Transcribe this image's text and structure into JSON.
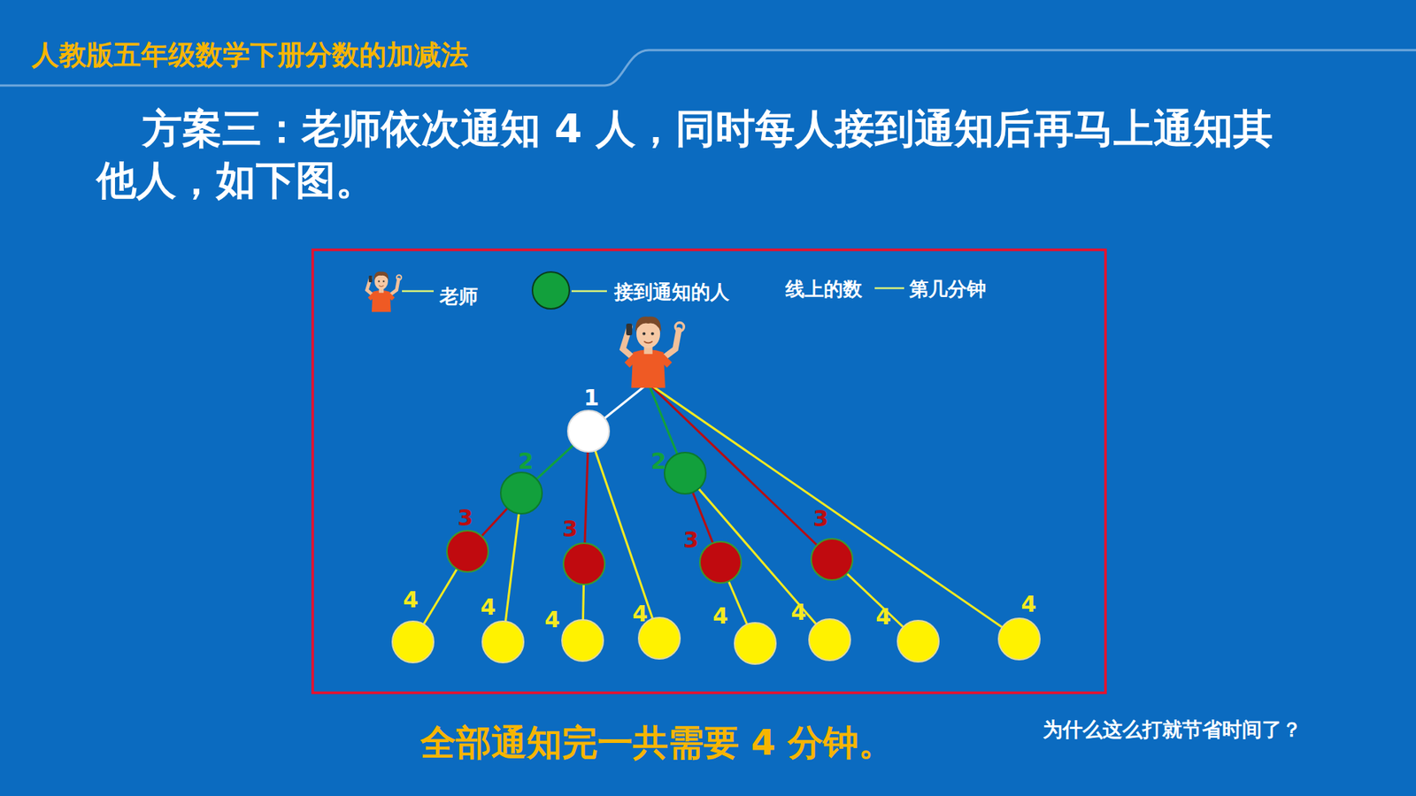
{
  "diagram": {
    "title": "人教版五年级数学下册分数的加减法",
    "caption": "全部通知完一共需要 4 分钟。",
    "labels": [
      "方案三：老师依次通知 4 人，同时每人接到通知后再马上通知其他人，如下图。",
      "线上的数",
      "第几分钟",
      "1",
      "2",
      "2",
      "3",
      "3",
      "3",
      "3",
      "4",
      "4",
      "4",
      "4",
      "4",
      "4",
      "4",
      "4",
      "为什么这么打就节省时间了？"
    ],
    "legend": [
      {
        "text": "老师"
      },
      {
        "text": "接到通知的人",
        "color": "#12a03c"
      }
    ]
  }
}
